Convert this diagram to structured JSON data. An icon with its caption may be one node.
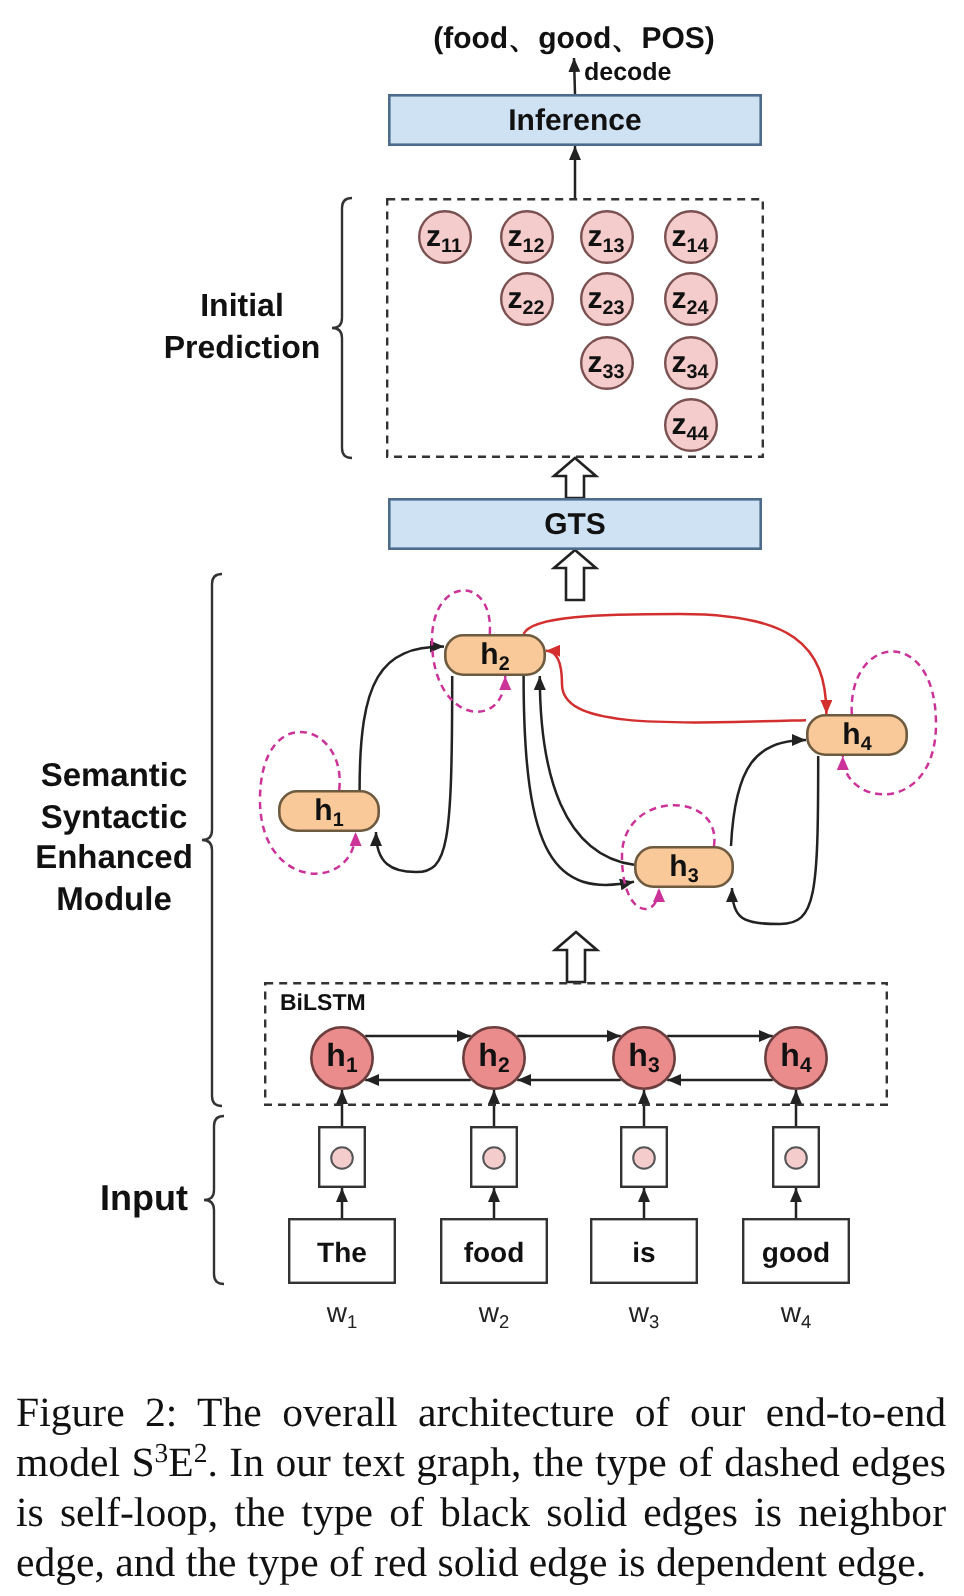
{
  "diagram": {
    "caption": "Figure 2: The overall architecture of our end-to-end model S$^{3}$E$^{2}$. In our text graph, the type of dashed edges is self-loop, the type of black solid edges is neighbor edge, and the type of red solid edge is dependent edge.",
    "nodes": [
      {
        "text": [
          "(food、good、POS)"
        ]
      },
      {
        "text": [
          "Inference"
        ]
      },
      {
        "text": [],
        "shape": "box"
      },
      {
        "text": [
          "z$_{11}$"
        ],
        "in": 2
      },
      {
        "text": [
          "z$_{12}$"
        ],
        "in": 2
      },
      {
        "text": [
          "z$_{13}$"
        ],
        "in": 2
      },
      {
        "text": [
          "z$_{14}$"
        ],
        "in": 2
      },
      {
        "text": [
          "z$_{22}$"
        ],
        "in": 2
      },
      {
        "text": [
          "z$_{23}$"
        ],
        "in": 2
      },
      {
        "text": [
          "z$_{24}$"
        ],
        "in": 2
      },
      {
        "text": [
          "z$_{33}$"
        ],
        "in": 2
      },
      {
        "text": [
          "z$_{34}$"
        ],
        "in": 2
      },
      {
        "text": [
          "z$_{44}$"
        ],
        "in": 2
      },
      {
        "text": [
          "GTS"
        ]
      },
      {
        "text": [
          "h$_{1}$"
        ]
      },
      {
        "text": [
          "h$_{2}$"
        ]
      },
      {
        "text": [
          "h$_{3}$"
        ]
      },
      {
        "text": [
          "h$_{4}$"
        ]
      },
      {
        "text": [
          "BiLSTM"
        ]
      },
      {
        "text": [
          "h$_{1}$"
        ],
        "in": 18
      },
      {
        "text": [
          "h$_{2}$"
        ],
        "in": 18
      },
      {
        "text": [
          "h$_{3}$"
        ],
        "in": 18
      },
      {
        "text": [
          "h$_{4}$"
        ],
        "in": 18
      },
      {
        "text": [],
        "shape": "box"
      },
      {
        "text": [],
        "shape": "box"
      },
      {
        "text": [],
        "shape": "box"
      },
      {
        "text": [],
        "shape": "box"
      },
      {
        "text": [
          "The"
        ],
        "beside": [
          "w$_{1}$"
        ]
      },
      {
        "text": [
          "food"
        ],
        "beside": [
          "w$_{2}$"
        ]
      },
      {
        "text": [
          "is"
        ],
        "beside": [
          "w$_{3}$"
        ]
      },
      {
        "text": [
          "good"
        ],
        "beside": [
          "w$_{4}$"
        ]
      }
    ],
    "edges": [
      {
        "from": 1,
        "to": 0,
        "arrow": "to",
        "label": "decode"
      },
      {
        "from": 2,
        "to": 1,
        "arrow": "to"
      },
      {
        "from": 13,
        "to": 2,
        "arrow": "to",
        "style": "thick"
      },
      {
        "from": null,
        "to": 13,
        "arrow": "to",
        "style": "thick"
      },
      {
        "from": 14,
        "to": 15,
        "arrow": "to"
      },
      {
        "from": 15,
        "to": 14,
        "arrow": "to"
      },
      {
        "from": 15,
        "to": 16,
        "arrow": "to"
      },
      {
        "from": 16,
        "to": 15,
        "arrow": "to"
      },
      {
        "from": 16,
        "to": 17,
        "arrow": "to"
      },
      {
        "from": 17,
        "to": 16,
        "arrow": "to"
      },
      {
        "from": 15,
        "to": 17,
        "arrow": "to",
        "color": "#d32f2f"
      },
      {
        "from": 17,
        "to": 15,
        "arrow": "to",
        "color": "#d32f2f"
      },
      {
        "from": 14,
        "to": 14,
        "arrow": "to",
        "style": "dashed",
        "color": "#cc3399"
      },
      {
        "from": 15,
        "to": 15,
        "arrow": "to",
        "style": "dashed",
        "color": "#cc3399"
      },
      {
        "from": 16,
        "to": 16,
        "arrow": "to",
        "style": "dashed",
        "color": "#cc3399"
      },
      {
        "from": 17,
        "to": 17,
        "arrow": "to",
        "style": "dashed",
        "color": "#cc3399"
      },
      {
        "from": 18,
        "to": null,
        "arrow": "to",
        "style": "thick"
      },
      {
        "from": 19,
        "to": 20,
        "arrow": "to"
      },
      {
        "from": 20,
        "to": 21,
        "arrow": "to"
      },
      {
        "from": 21,
        "to": 22,
        "arrow": "to"
      },
      {
        "from": 20,
        "to": 19,
        "arrow": "to"
      },
      {
        "from": 21,
        "to": 20,
        "arrow": "to"
      },
      {
        "from": 22,
        "to": 21,
        "arrow": "to"
      },
      {
        "from": 23,
        "to": 19,
        "arrow": "to"
      },
      {
        "from": 24,
        "to": 20,
        "arrow": "to"
      },
      {
        "from": 25,
        "to": 21,
        "arrow": "to"
      },
      {
        "from": 26,
        "to": 22,
        "arrow": "to"
      },
      {
        "from": 27,
        "to": 23,
        "arrow": "to"
      },
      {
        "from": 28,
        "to": 24,
        "arrow": "to"
      },
      {
        "from": 29,
        "to": 25,
        "arrow": "to"
      },
      {
        "from": 30,
        "to": 26,
        "arrow": "to"
      }
    ],
    "labels": [
      "Initial Prediction",
      "Semantic Syntactic Enhanced Module",
      "Input"
    ]
  }
}
